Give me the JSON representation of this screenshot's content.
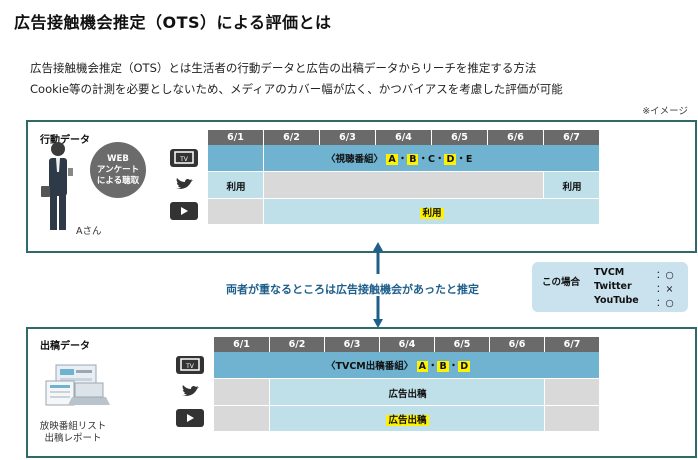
{
  "title": "広告接触機会推定（OTS）による評価とは",
  "description": [
    "広告接触機会推定（OTS）とは生活者の行動データと広告の出稿データからリーチを推定する方法",
    "Cookie等の計測を必要としないため、メディアのカバー幅が広く、かつバイアスを考慮した評価が可能"
  ],
  "note": "※イメージ",
  "days": [
    "6/1",
    "6/2",
    "6/3",
    "6/4",
    "6/5",
    "6/6",
    "6/7"
  ],
  "behavior": {
    "label": "行動データ",
    "bubble_lines": [
      "WEB",
      "アンケート",
      "による聴取"
    ],
    "person_label": "Aさん",
    "tv_icon_text": "TV",
    "tv_text_prefix": "〈視聴番組〉",
    "tv_programs": [
      "A",
      "B",
      "C",
      "D",
      "E"
    ],
    "twitter_label_1": "利用",
    "twitter_label_2": "利用",
    "youtube_label": "利用"
  },
  "middle_text": "両者が重なるところは広告接触機会があったと推定",
  "case": {
    "label": "この場合",
    "items": [
      {
        "name": "TVCM",
        "value": "：○"
      },
      {
        "name": "Twitter",
        "value": "：×"
      },
      {
        "name": "YouTube",
        "value": "：○"
      }
    ]
  },
  "placement": {
    "label": "出稿データ",
    "laptop_label_lines": [
      "放映番組リスト",
      "出稿レポート"
    ],
    "tv_icon_text": "TV",
    "tv_text_prefix": "〈TVCM出稿番組〉",
    "tv_programs": [
      "A",
      "B",
      "D"
    ],
    "twitter_label": "広告出稿",
    "youtube_label": "広告出稿"
  },
  "colors": {
    "dark_blue": "#6fb3d1",
    "light_blue": "#bfdfe9",
    "gray": "#d9d9d9",
    "highlight": "#fff200",
    "frame": "#2e6a6a",
    "accent_text": "#1f5f8b"
  }
}
